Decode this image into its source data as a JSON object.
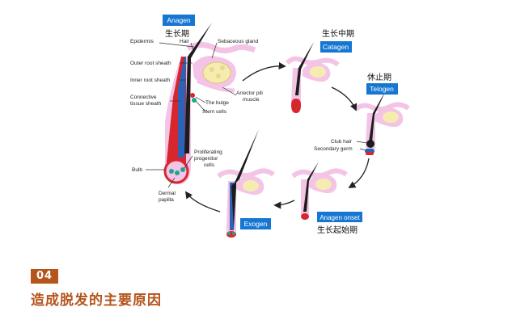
{
  "diagram": {
    "stages": {
      "anagen": {
        "en": "Anagen",
        "zh": "生长期"
      },
      "catagen": {
        "en": "Catagen",
        "zh": "生长中期"
      },
      "telogen": {
        "en": "Telogen",
        "zh": "休止期"
      },
      "onset": {
        "en": "Anagen onset",
        "zh": "生长起始期"
      },
      "exogen": {
        "en": "Exogen"
      }
    },
    "labels": {
      "epidermis": "Epidermis",
      "hair": "Hair",
      "sebaceous": "Sebaceous gland",
      "outer_root": "Outer root sheath",
      "inner_root": "Inner root sheath",
      "connective_1": "Connective",
      "connective_2": "tissue sheath",
      "arrector_1": "Arrector pili",
      "arrector_2": "muscle",
      "bulge": "The bulge",
      "stem": "Stem cells",
      "prolif_1": "Proliferating",
      "prolif_2": "progenitor",
      "prolif_3": "cells",
      "bulb": "Bulb",
      "dermal_1": "Dermal",
      "dermal_2": "papilla",
      "club": "Club hair",
      "germ": "Secondary germ"
    },
    "colors": {
      "stage_tag": "#1677d2",
      "skin": "#f3c4e6",
      "sheath_red": "#d8262f",
      "sheath_blue": "#2a63b8",
      "gland": "#f6ecb0",
      "arrow": "#222222"
    }
  },
  "section": {
    "number": "04",
    "title": "造成脱发的主要原因",
    "accent": "#b5541b"
  }
}
